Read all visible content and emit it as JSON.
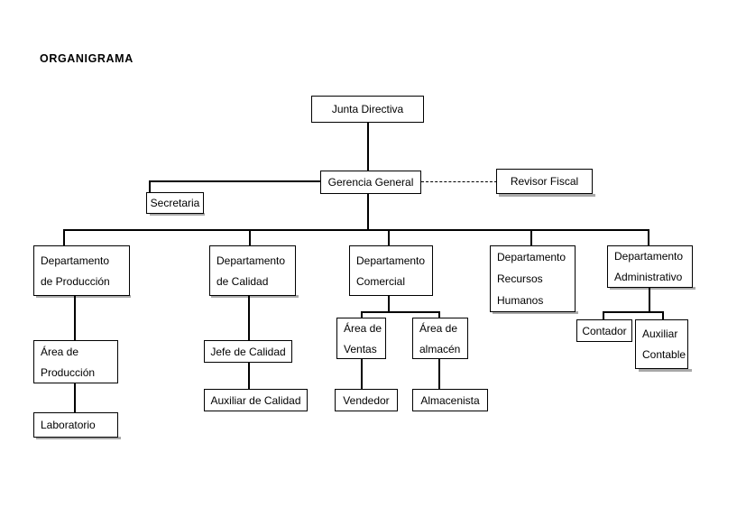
{
  "page": {
    "title": "ORGANIGRAMA",
    "background_color": "#ffffff",
    "line_color": "#000000",
    "text_color": "#000000",
    "shadow_color": "#a9a9a9"
  },
  "chart_data": {
    "type": "diagram",
    "diagram_kind": "organizational-chart",
    "title": "ORGANIGRAMA",
    "nodes": [
      {
        "id": "junta",
        "label": "Junta Directiva",
        "lines": [
          "Junta Directiva"
        ],
        "level": 0
      },
      {
        "id": "gerencia",
        "label": "Gerencia General",
        "lines": [
          "Gerencia General"
        ],
        "level": 1
      },
      {
        "id": "revisor",
        "label": "Revisor Fiscal",
        "lines": [
          "Revisor Fiscal"
        ],
        "level": 1
      },
      {
        "id": "secretaria",
        "label": "Secretaria",
        "lines": [
          "Secretaria"
        ],
        "level": 2
      },
      {
        "id": "dep-produccion",
        "label": "Departamento de Producción",
        "lines": [
          "Departamento",
          "de Producción"
        ],
        "level": 2
      },
      {
        "id": "dep-calidad",
        "label": "Departamento de Calidad",
        "lines": [
          "Departamento",
          "de  Calidad"
        ],
        "level": 2
      },
      {
        "id": "dep-comercial",
        "label": "Departamento Comercial",
        "lines": [
          "Departamento",
          "Comercial"
        ],
        "level": 2
      },
      {
        "id": "dep-rrhh",
        "label": "Departamento Recursos Humanos",
        "lines": [
          "Departamento",
          "Recursos",
          "Humanos"
        ],
        "level": 2
      },
      {
        "id": "dep-administrativo",
        "label": "Departamento Administrativo",
        "lines": [
          "Departamento",
          "Administrativo"
        ],
        "level": 2
      },
      {
        "id": "area-produccion",
        "label": "Área de Producción",
        "lines": [
          "Área de",
          "Producción"
        ],
        "level": 3
      },
      {
        "id": "jefe-calidad",
        "label": "Jefe de Calidad",
        "lines": [
          "Jefe de Calidad"
        ],
        "level": 3
      },
      {
        "id": "area-ventas",
        "label": "Área de Ventas",
        "lines": [
          "Área de",
          "Ventas"
        ],
        "level": 3
      },
      {
        "id": "area-almacen",
        "label": "Área de almacén",
        "lines": [
          "Área de",
          "almacén"
        ],
        "level": 3
      },
      {
        "id": "contador",
        "label": "Contador",
        "lines": [
          "Contador"
        ],
        "level": 3
      },
      {
        "id": "auxiliar-contable",
        "label": "Auxiliar Contable",
        "lines": [
          "Auxiliar",
          "Contable"
        ],
        "level": 3
      },
      {
        "id": "laboratorio",
        "label": "Laboratorio",
        "lines": [
          "Laboratorio"
        ],
        "level": 4
      },
      {
        "id": "auxiliar-calidad",
        "label": "Auxiliar de Calidad",
        "lines": [
          "Auxiliar de Calidad"
        ],
        "level": 4
      },
      {
        "id": "vendedor",
        "label": "Vendedor",
        "lines": [
          "Vendedor"
        ],
        "level": 4
      },
      {
        "id": "almacenista",
        "label": "Almacenista",
        "lines": [
          "Almacenista"
        ],
        "level": 4
      }
    ],
    "edges": [
      {
        "from": "junta",
        "to": "gerencia",
        "style": "solid"
      },
      {
        "from": "gerencia",
        "to": "revisor",
        "style": "dashed"
      },
      {
        "from": "gerencia",
        "to": "secretaria",
        "style": "solid"
      },
      {
        "from": "gerencia",
        "to": "dep-produccion",
        "style": "solid"
      },
      {
        "from": "gerencia",
        "to": "dep-calidad",
        "style": "solid"
      },
      {
        "from": "gerencia",
        "to": "dep-comercial",
        "style": "solid"
      },
      {
        "from": "gerencia",
        "to": "dep-rrhh",
        "style": "solid"
      },
      {
        "from": "gerencia",
        "to": "dep-administrativo",
        "style": "solid"
      },
      {
        "from": "dep-produccion",
        "to": "area-produccion",
        "style": "solid"
      },
      {
        "from": "area-produccion",
        "to": "laboratorio",
        "style": "solid"
      },
      {
        "from": "dep-calidad",
        "to": "jefe-calidad",
        "style": "solid"
      },
      {
        "from": "jefe-calidad",
        "to": "auxiliar-calidad",
        "style": "solid"
      },
      {
        "from": "dep-comercial",
        "to": "area-ventas",
        "style": "solid"
      },
      {
        "from": "dep-comercial",
        "to": "area-almacen",
        "style": "solid"
      },
      {
        "from": "area-ventas",
        "to": "vendedor",
        "style": "solid"
      },
      {
        "from": "area-almacen",
        "to": "almacenista",
        "style": "solid"
      },
      {
        "from": "dep-administrativo",
        "to": "contador",
        "style": "solid"
      },
      {
        "from": "dep-administrativo",
        "to": "auxiliar-contable",
        "style": "solid"
      }
    ]
  },
  "nodes": {
    "junta": {
      "l1": "Junta Directiva"
    },
    "gerencia": {
      "l1": "Gerencia General"
    },
    "revisor": {
      "l1": "Revisor Fiscal"
    },
    "secretaria": {
      "l1": "Secretaria"
    },
    "dep_produccion": {
      "l1": "Departamento",
      "l2": "de Producción"
    },
    "dep_calidad": {
      "l1": "Departamento",
      "l2": "de  Calidad"
    },
    "dep_comercial": {
      "l1": "Departamento",
      "l2": "Comercial"
    },
    "dep_rrhh": {
      "l1": "Departamento",
      "l2": "Recursos",
      "l3": "Humanos"
    },
    "dep_administrativo": {
      "l1": "Departamento",
      "l2": "Administrativo"
    },
    "area_produccion": {
      "l1": "Área de",
      "l2": "Producción"
    },
    "jefe_calidad": {
      "l1": "Jefe de Calidad"
    },
    "area_ventas": {
      "l1": "Área de",
      "l2": "Ventas"
    },
    "area_almacen": {
      "l1": "Área de",
      "l2": "almacén"
    },
    "contador": {
      "l1": "Contador"
    },
    "auxiliar_contable": {
      "l1": "Auxiliar",
      "l2": "Contable"
    },
    "laboratorio": {
      "l1": "Laboratorio"
    },
    "auxiliar_calidad": {
      "l1": "Auxiliar de Calidad"
    },
    "vendedor": {
      "l1": "Vendedor"
    },
    "almacenista": {
      "l1": "Almacenista"
    }
  }
}
